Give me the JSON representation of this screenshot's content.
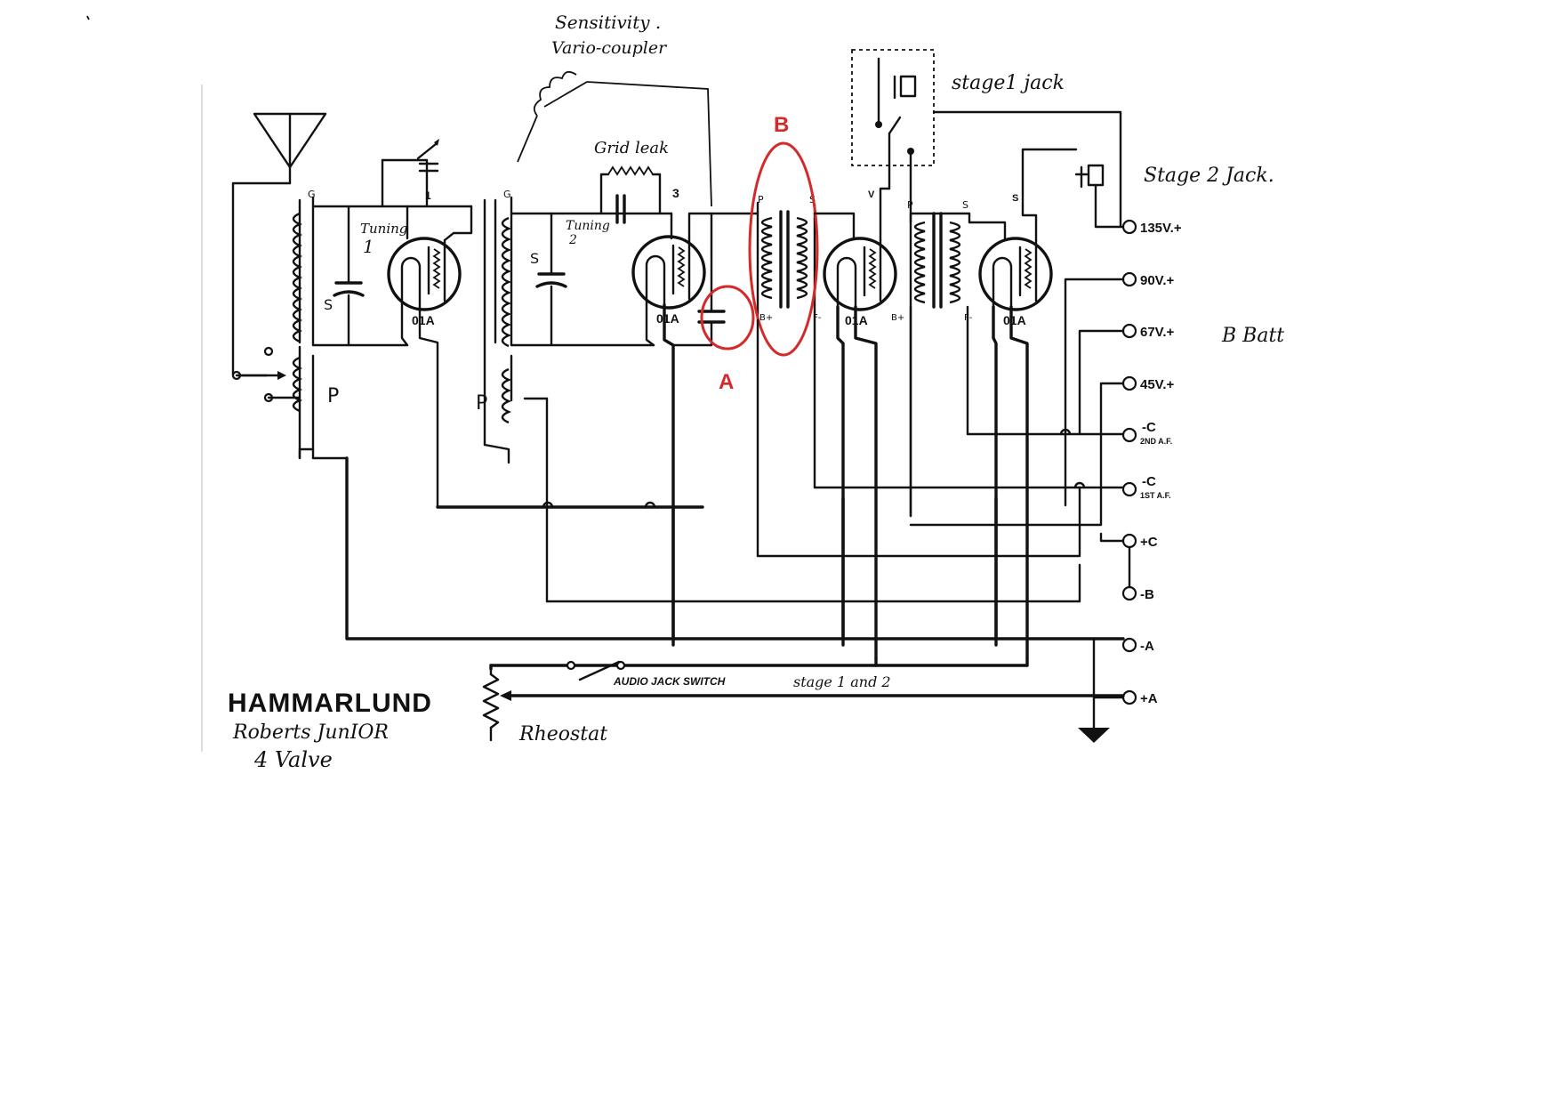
{
  "colors": {
    "ink": "#111111",
    "annotation": "#d42a2a",
    "paper": "#ffffff"
  },
  "title": {
    "brand": "HAMMARLUND",
    "model": "Roberts JunIOR",
    "valves": "4 Valve"
  },
  "annotations": {
    "sensitivity": "Sensitivity .",
    "vario_coupler": "Vario-coupler",
    "grid_leak": "Grid leak",
    "tuning_1_word": "Tuning",
    "tuning_1_num": "1",
    "tuning_2_word": "Tuning",
    "tuning_2_num": "2",
    "stage1_jack": "stage1 jack",
    "stage2_jack": "Stage 2 Jack.",
    "b_batt": "B Batt",
    "audio_jack_switch": "AUDIO JACK SWITCH",
    "switch_stages": "stage 1 and 2",
    "rheostat": "Rheostat",
    "marker_a": "A",
    "marker_b": "B"
  },
  "tubes": [
    "01A",
    "01A",
    "01A",
    "01A"
  ],
  "coil_letters": {
    "s1": "S",
    "p1": "P",
    "s2": "S",
    "p2": "P"
  },
  "pin_labels": {
    "g": "G",
    "one": "1",
    "three": "3",
    "v": "V",
    "p": "P",
    "s": "S",
    "bplus": "B+",
    "fminus": "F-"
  },
  "terminals": [
    {
      "label": "135V.+",
      "extra": ""
    },
    {
      "label": "90V.+",
      "extra": ""
    },
    {
      "label": "67V.+",
      "extra": ""
    },
    {
      "label": "45V.+",
      "extra": ""
    },
    {
      "label": "-C",
      "extra": "2ND A.F."
    },
    {
      "label": "-C",
      "extra": "1ST A.F."
    },
    {
      "label": "+C",
      "extra": ""
    },
    {
      "label": "-B",
      "extra": ""
    },
    {
      "label": "-A",
      "extra": ""
    },
    {
      "label": "+A",
      "extra": ""
    }
  ]
}
